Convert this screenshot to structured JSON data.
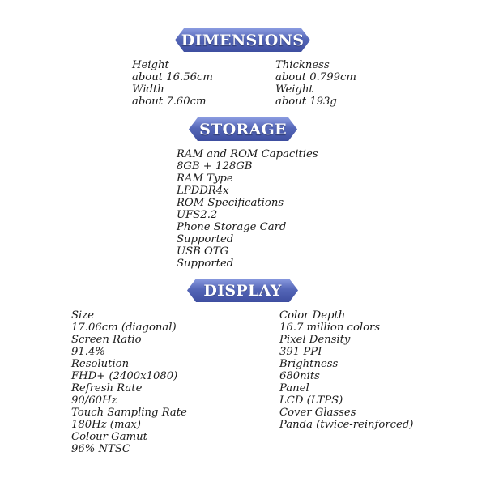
{
  "sections": {
    "dimensions": {
      "title": "DIMENSIONS",
      "left": [
        "Height",
        "about 16.56cm",
        "Width",
        "about 7.60cm"
      ],
      "right": [
        "Thickness",
        "about 0.799cm",
        "Weight",
        "about 193g"
      ]
    },
    "storage": {
      "title": "STORAGE",
      "items": [
        "RAM and ROM Capacities",
        "8GB + 128GB",
        "RAM Type",
        "LPDDR4x",
        "ROM Specifications",
        "UFS2.2",
        "Phone Storage Card",
        "Supported",
        "USB OTG",
        "Supported"
      ]
    },
    "display": {
      "title": "DISPLAY",
      "left": [
        "Size",
        "17.06cm (diagonal)",
        "Screen Ratio",
        "91.4%",
        "Resolution",
        "FHD+ (2400x1080)",
        "Refresh Rate",
        "90/60Hz",
        "Touch Sampling Rate",
        "180Hz (max)",
        "Colour Gamut",
        "96% NTSC"
      ],
      "right": [
        "Color Depth",
        "16.7 million colors",
        "Pixel Density",
        "391 PPI",
        "Brightness",
        "680nits",
        "Panel",
        "LCD (LTPS)",
        "Cover Glasses",
        "Panda (twice-reinforced)"
      ]
    }
  }
}
